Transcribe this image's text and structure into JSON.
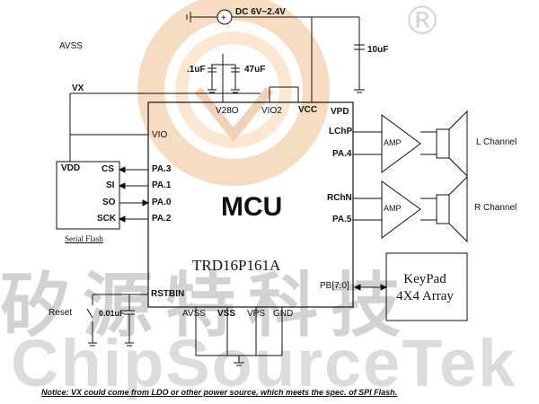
{
  "watermark": {
    "chinese": "矽源特科技",
    "english": "ChipSourceTek",
    "registered": "®"
  },
  "power": {
    "supply": "DC 6V~2.4V",
    "avss": "AVSS",
    "cap_10uf": "10uF",
    "cap_1uf": ".1uF",
    "cap_47uf": "47uF",
    "vx": "VX"
  },
  "mcu": {
    "title": "MCU",
    "part_number": "TRD16P161A",
    "pins_top": [
      "V28O",
      "VIO2",
      "VCC",
      "VPD"
    ],
    "pins_left": [
      "VIO",
      "PA.3",
      "PA.1",
      "PA.0",
      "PA.2",
      "RSTBIN"
    ],
    "pins_right": [
      "LChP",
      "PA.4",
      "RChN",
      "PA.5",
      "PB[7:0]"
    ],
    "pins_bottom": [
      "AVSS",
      "VSS",
      "VPS",
      "GND"
    ]
  },
  "flash": {
    "vdd": "VDD",
    "pins": [
      "CS",
      "SI",
      "SO",
      "SCK"
    ],
    "caption": "Serial Flash"
  },
  "reset": {
    "label": "Reset",
    "cap": "0.01uF"
  },
  "audio": {
    "amp_label": "AMP",
    "left_channel": "L Channel",
    "right_channel": "R Channel"
  },
  "keypad": {
    "line1": "KeyPad",
    "line2": "4X4 Array"
  },
  "notice": "Notice: VX could come from LDO or other power source, which meets the spec. of SPI Flash."
}
